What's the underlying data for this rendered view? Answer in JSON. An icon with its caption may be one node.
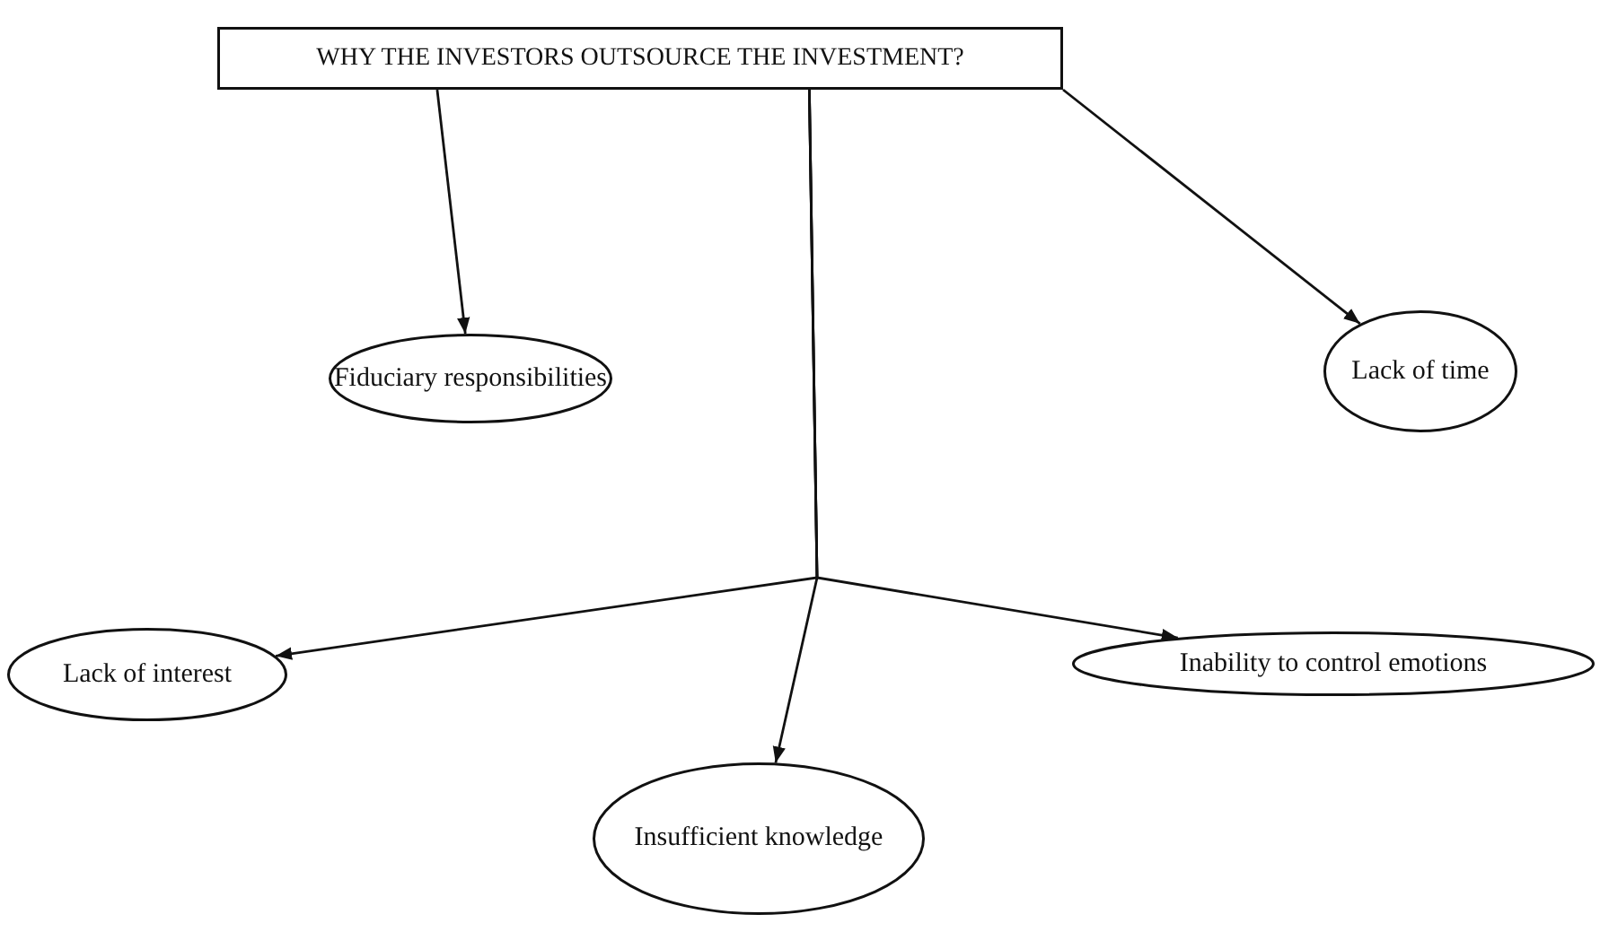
{
  "diagram": {
    "nodes": [
      {
        "text": [
          "WHY THE INVESTORS OUTSOURCE THE INVESTMENT?"
        ]
      },
      {
        "text": [
          "Fiduciary responsibilities"
        ]
      },
      {
        "text": [
          "Lack of time"
        ]
      },
      {
        "text": [
          "Lack of interest"
        ]
      },
      {
        "text": [
          "Inability to control emotions"
        ]
      },
      {
        "text": [
          "Insufficient knowledge"
        ]
      }
    ],
    "edges": [
      {
        "from": 0,
        "to": 1,
        "arrow": "to"
      },
      {
        "from": 0,
        "to": 2,
        "arrow": "to"
      },
      {
        "from": 0,
        "to": 3,
        "arrow": "to"
      },
      {
        "from": 0,
        "to": 4,
        "arrow": "to"
      },
      {
        "from": 0,
        "to": 5,
        "arrow": "to"
      }
    ]
  }
}
